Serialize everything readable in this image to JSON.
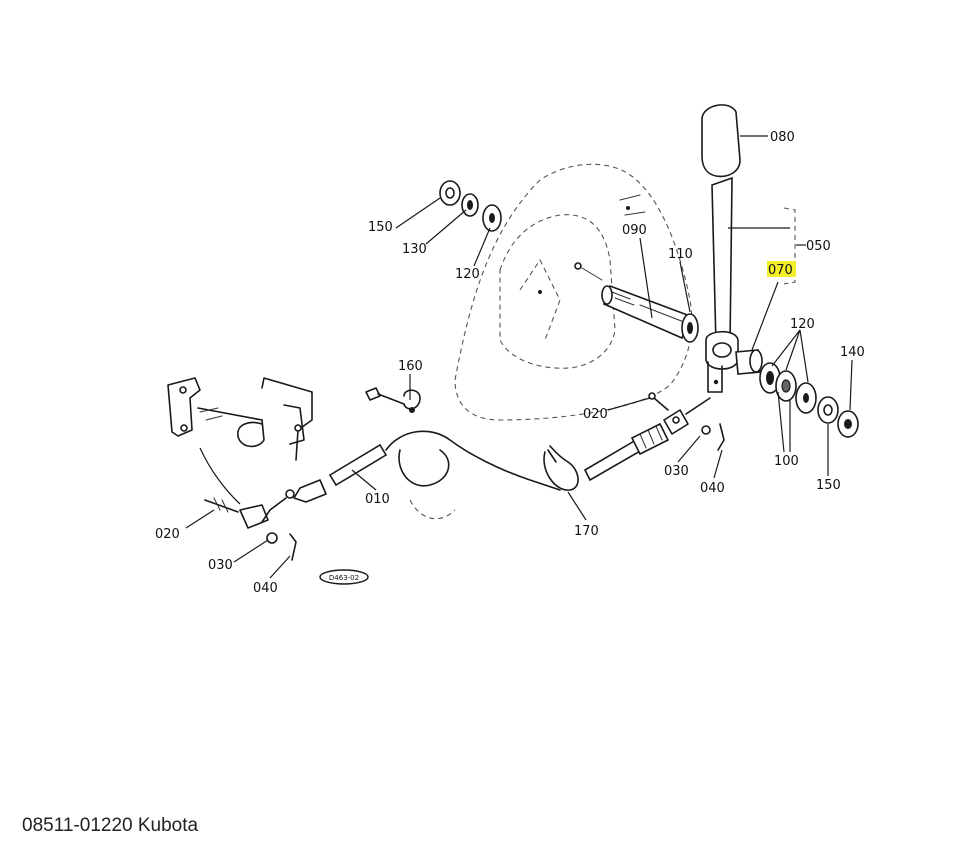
{
  "diagram": {
    "parts": [
      {
        "id": "p080",
        "label": "080"
      },
      {
        "id": "p050",
        "label": "050"
      },
      {
        "id": "p070",
        "label": "070",
        "highlighted": true
      },
      {
        "id": "p150a",
        "label": "150"
      },
      {
        "id": "p130",
        "label": "130"
      },
      {
        "id": "p120a",
        "label": "120"
      },
      {
        "id": "p090",
        "label": "090"
      },
      {
        "id": "p110",
        "label": "110"
      },
      {
        "id": "p120b",
        "label": "120"
      },
      {
        "id": "p140",
        "label": "140"
      },
      {
        "id": "p160",
        "label": "160"
      },
      {
        "id": "p020a",
        "label": "020"
      },
      {
        "id": "p030a",
        "label": "030"
      },
      {
        "id": "p040a",
        "label": "040"
      },
      {
        "id": "p100",
        "label": "100"
      },
      {
        "id": "p150b",
        "label": "150"
      },
      {
        "id": "p010",
        "label": "010"
      },
      {
        "id": "p170",
        "label": "170"
      },
      {
        "id": "p020b",
        "label": "020"
      },
      {
        "id": "p030b",
        "label": "030"
      },
      {
        "id": "p040b",
        "label": "040"
      }
    ],
    "stamp": "D463-02",
    "highlight_color": "#f5ef2a"
  },
  "caption": "08511-01220 Kubota"
}
